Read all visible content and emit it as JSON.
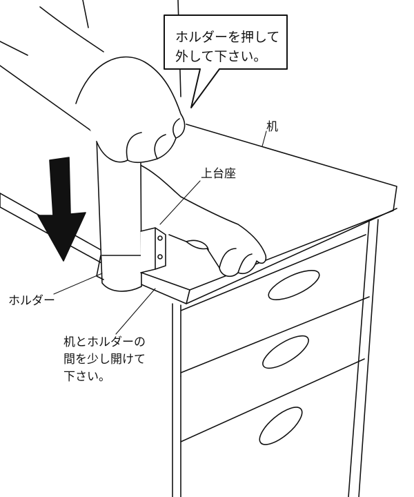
{
  "labels": {
    "callout": [
      "ホルダーを押して",
      "外して下さい。"
    ],
    "desk": "机",
    "upper_base": "上台座",
    "holder": "ホルダー",
    "gap_note": [
      "机とホルダーの",
      "間を少し開けて",
      "下さい。"
    ]
  },
  "colors": {
    "line": "#111111",
    "fill": "#ffffff",
    "arrow": "#111111"
  }
}
